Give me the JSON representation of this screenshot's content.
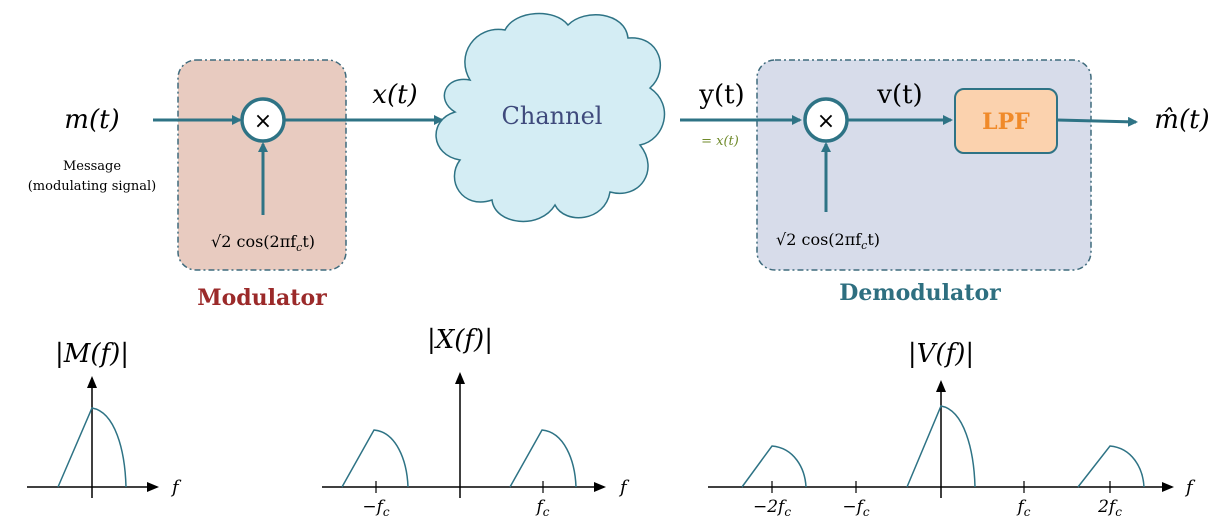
{
  "signals": {
    "input": "m(t)",
    "modulated": "x(t)",
    "received": "y(t)",
    "received_equiv": "= x(t)",
    "mixed": "v(t)",
    "output": "m̂(t)"
  },
  "message_caption": {
    "line1": "Message",
    "line2": "(modulating signal)"
  },
  "modulator": {
    "label": "Modulator",
    "carrier": "√2 cos(2πf",
    "carrier_sub": "c",
    "carrier_end": "t)",
    "mixer_symbol": "×"
  },
  "channel": {
    "label": "Channel"
  },
  "demodulator": {
    "label": "Demodulator",
    "carrier": "√2 cos(2πf",
    "carrier_sub": "c",
    "carrier_end": "t)",
    "mixer_symbol": "×",
    "filter": "LPF"
  },
  "spectra": {
    "m": {
      "title": "|M(f)|",
      "axis": "f"
    },
    "x": {
      "title": "|X(f)|",
      "axis": "f",
      "ticks": [
        "−f",
        "f"
      ],
      "tick_sub": "c"
    },
    "v": {
      "title": "|V(f)|",
      "axis": "f",
      "ticks": [
        "−2f",
        "−f",
        "f",
        "2f"
      ],
      "tick_sub": "c"
    }
  },
  "colors": {
    "line": "#2e7385",
    "modulator_fill": "#e8cbc0",
    "modulator_label": "#9b2a2a",
    "demodulator_fill": "#d7dcea",
    "demodulator_label": "#2e6f80",
    "channel_fill": "#d4edf4",
    "channel_label": "#3f4a7c",
    "lpf_fill": "#fbd2ae",
    "lpf_text": "#f08a2a",
    "equiv_text": "#6f8a2a"
  }
}
